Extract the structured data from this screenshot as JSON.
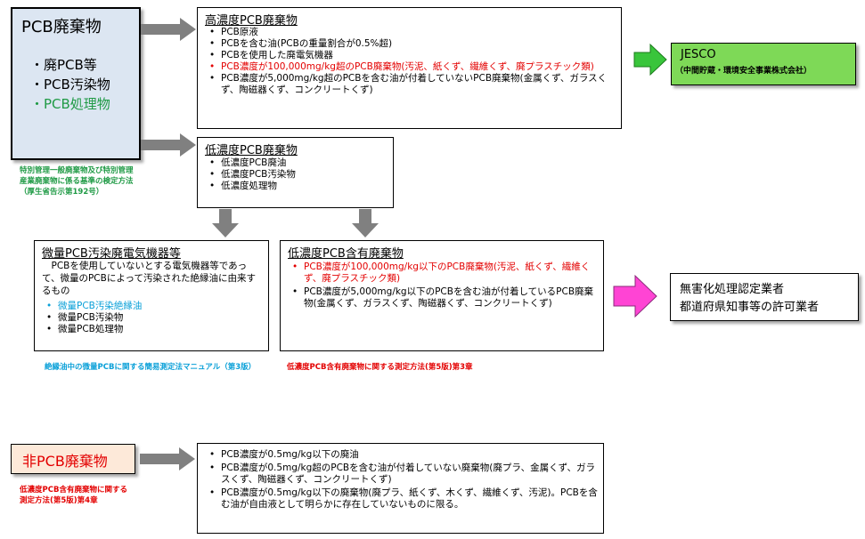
{
  "source_box": {
    "title": "PCB廃棄物",
    "items": [
      {
        "text": "・廃PCB等",
        "color": "#000000"
      },
      {
        "text": "・PCB汚染物",
        "color": "#000000"
      },
      {
        "text": "・PCB処理物",
        "color": "#1f9a45"
      }
    ],
    "note": "特別管理一般廃棄物及び特別管理産業廃棄物に係る基準の検定方法（厚生省告示第192号）"
  },
  "high_box": {
    "title": "高濃度PCB廃棄物",
    "items": [
      {
        "text": "PCB原液",
        "color": "normal"
      },
      {
        "text": "PCBを含む油(PCBの重量割合が0.5%超)",
        "color": "normal"
      },
      {
        "text": "PCBを使用した廃電気機器",
        "color": "normal"
      },
      {
        "text": "PCB濃度が100,000mg/kg超のPCB廃棄物(汚泥、紙くず、繊維くず、廃プラスチック類)",
        "color": "red"
      },
      {
        "text": "PCB濃度が5,000mg/kg超のPCBを含む油が付着していないPCB廃棄物(金属くず、ガラスくず、陶磁器くず、コンクリートくず)",
        "color": "normal"
      }
    ]
  },
  "low_box": {
    "title": "低濃度PCB廃棄物",
    "items": [
      "低濃度PCB廃油",
      "低濃度PCB汚染物",
      "低濃度処理物"
    ]
  },
  "trace_box": {
    "title": "微量PCB汚染廃電気機器等",
    "description": "PCBを使用していないとする電気機器等であって、微量のPCBによって汚染された絶縁油に由来するもの",
    "items": [
      {
        "text": "微量PCB汚染絶縁油",
        "color": "blue"
      },
      {
        "text": "微量PCB汚染物",
        "color": "normal"
      },
      {
        "text": "微量PCB処理物",
        "color": "normal"
      }
    ],
    "note": "絶縁油中の微量PCBに関する簡易測定法マニュアル（第3版）"
  },
  "lowcontent_box": {
    "title": "低濃度PCB含有廃棄物",
    "items": [
      {
        "text": "PCB濃度が100,000mg/kg以下のPCB廃棄物(汚泥、紙くず、繊維くず、廃プラスチック類)",
        "color": "red"
      },
      {
        "text": "PCB濃度が5,000mg/kg以下のPCBを含む油が付着しているPCB廃棄物(金属くず、ガラスくず、陶磁器くず、コンクリートくず)",
        "color": "normal"
      }
    ],
    "note": "低濃度PCB含有廃棄物に関する測定方法(第5版)第3章"
  },
  "jesco_box": {
    "title": "JESCO",
    "subtitle": "（中間貯蔵・環境安全事業株式会社）"
  },
  "certified_box": {
    "line1": "無害化処理認定業者",
    "line2": "都道府県知事等の許可業者"
  },
  "nonpcb_box": {
    "title": "非PCB廃棄物",
    "note": "低濃度PCB含有廃棄物に関する測定方法(第5版)第4章"
  },
  "nonpcb_items_box": {
    "items": [
      "PCB濃度が0.5mg/kg以下の廃油",
      "PCB濃度が0.5mg/kg超のPCBを含む油が付着していない廃棄物(廃プラ、金属くず、ガラスくず、陶磁器くず、コンクリートくず)",
      "PCB濃度が0.5mg/kg以下の廃棄物(廃プラ、紙くず、木くず、繊維くず、汚泥)。PCBを含む油が自由液として明らかに存在していないものに限る。"
    ]
  },
  "colors": {
    "source_fill": "#dce6f2",
    "jesco_fill": "#7ed957",
    "certified_fill": "#ffffff",
    "pink_arrow": "#ff44d4",
    "green_arrow": "#39c53b",
    "gray_arrow": "#808080",
    "nonpcb_fill": "#fde9d9",
    "red": "#e30000",
    "blue": "#0aa0d8",
    "green": "#1f9a45"
  }
}
